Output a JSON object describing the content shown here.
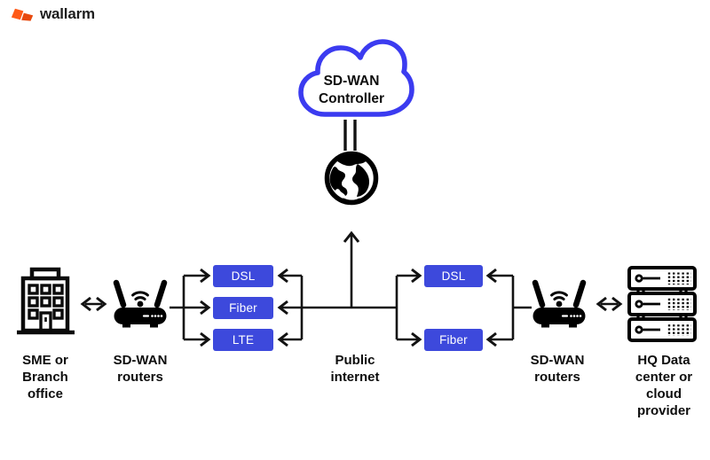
{
  "brand": {
    "name": "wallarm"
  },
  "colors": {
    "box_blue": "#3d49dc",
    "cloud_blue": "#3b3bf0",
    "brand_orange": "#ff5a17",
    "brand_orange_dark": "#e8490e",
    "ink": "#111111"
  },
  "icons": {
    "logo": "wallarm-flag-icon",
    "cloud": "cloud-outline-icon",
    "globe": "internet-globe-icon",
    "building": "office-building-icon",
    "router": "wifi-router-icon",
    "server": "server-rack-icon",
    "bidir_arrow": "double-headed-arrow-icon",
    "up_arrow": "up-arrow-icon"
  },
  "cloud": {
    "lines": [
      "SD-WAN",
      "Controller"
    ]
  },
  "links": {
    "left": [
      "DSL",
      "Fiber",
      "LTE"
    ],
    "right": [
      "DSL",
      "Fiber"
    ]
  },
  "labels": {
    "branch": [
      "SME or",
      "Branch",
      "office"
    ],
    "left_routers": [
      "SD-WAN",
      "routers"
    ],
    "internet": [
      "Public",
      "internet"
    ],
    "right_routers": [
      "SD-WAN",
      "routers"
    ],
    "hq": [
      "HQ Data",
      "center or",
      "cloud",
      "provider"
    ]
  }
}
